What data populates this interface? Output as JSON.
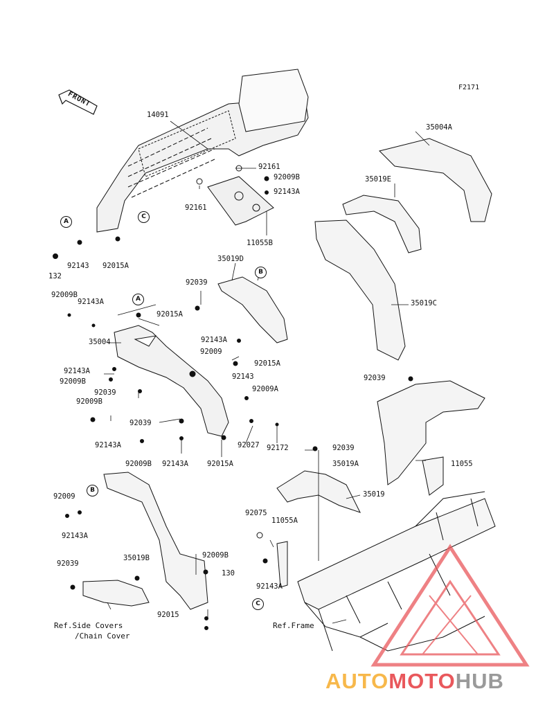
{
  "figure_code": "F2171",
  "front_label": "FRONT",
  "callouts": [
    "A",
    "C",
    "A",
    "B",
    "B",
    "C"
  ],
  "part_labels": [
    "14091",
    "92161",
    "92009B",
    "92143A",
    "92161",
    "11055B",
    "35004A",
    "35019E",
    "92143",
    "132",
    "92015A",
    "35019D",
    "92039",
    "92009B",
    "92143A",
    "92015A",
    "35004",
    "92143A",
    "92009",
    "92015A",
    "92143A",
    "92143",
    "92009B",
    "92039",
    "92009A",
    "92009B",
    "92039",
    "92143A",
    "92027",
    "92172",
    "92009B",
    "92143A",
    "92015A",
    "35019C",
    "92039",
    "92039",
    "35019A",
    "11055",
    "35019",
    "92009",
    "92143A",
    "92075",
    "11055A",
    "92039",
    "35019B",
    "92009B",
    "130",
    "92143A",
    "92015"
  ],
  "refs": {
    "side_covers_line1": "Ref.Side Covers",
    "side_covers_line2": "/Chain Cover",
    "frame": "Ref.Frame"
  },
  "watermark": {
    "part1": "AUTO",
    "part2": "MOTO",
    "part3": "HUB",
    "colors": {
      "auto": "#f7b84b",
      "moto": "#e9585c",
      "hub": "#9a9a9a"
    }
  }
}
